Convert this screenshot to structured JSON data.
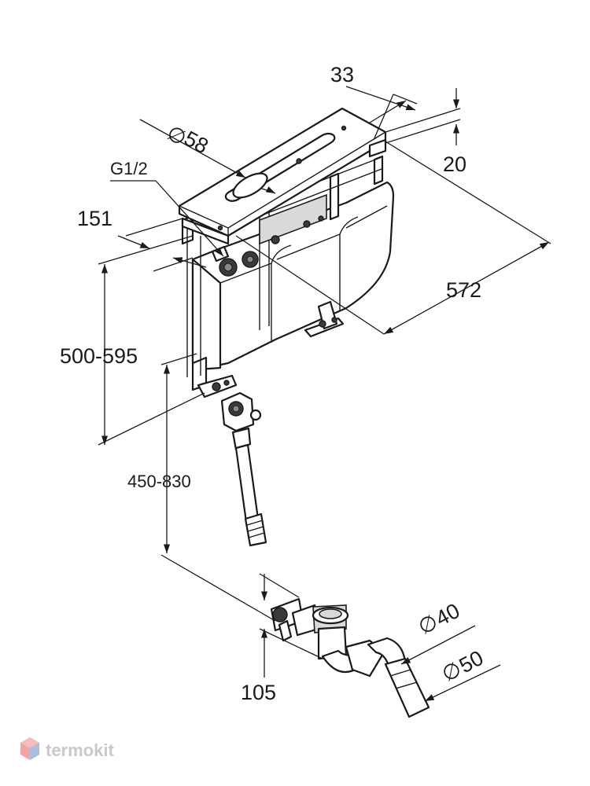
{
  "dimensions": {
    "d33": "33",
    "d58": "58",
    "d20": "20",
    "g12": "G1/2",
    "d151": "151",
    "d572": "572",
    "d500_595": "500-595",
    "d450_830": "450-830",
    "d40": "40",
    "d50": "50",
    "d105": "105"
  },
  "symbols": {
    "diameter": "∅"
  },
  "watermark": {
    "text": "termokit"
  },
  "colors": {
    "line": "#1a1a1a",
    "watermark": "#c9c9c9",
    "logo_red": "#e84c4c",
    "logo_blue": "#4a78c2"
  }
}
